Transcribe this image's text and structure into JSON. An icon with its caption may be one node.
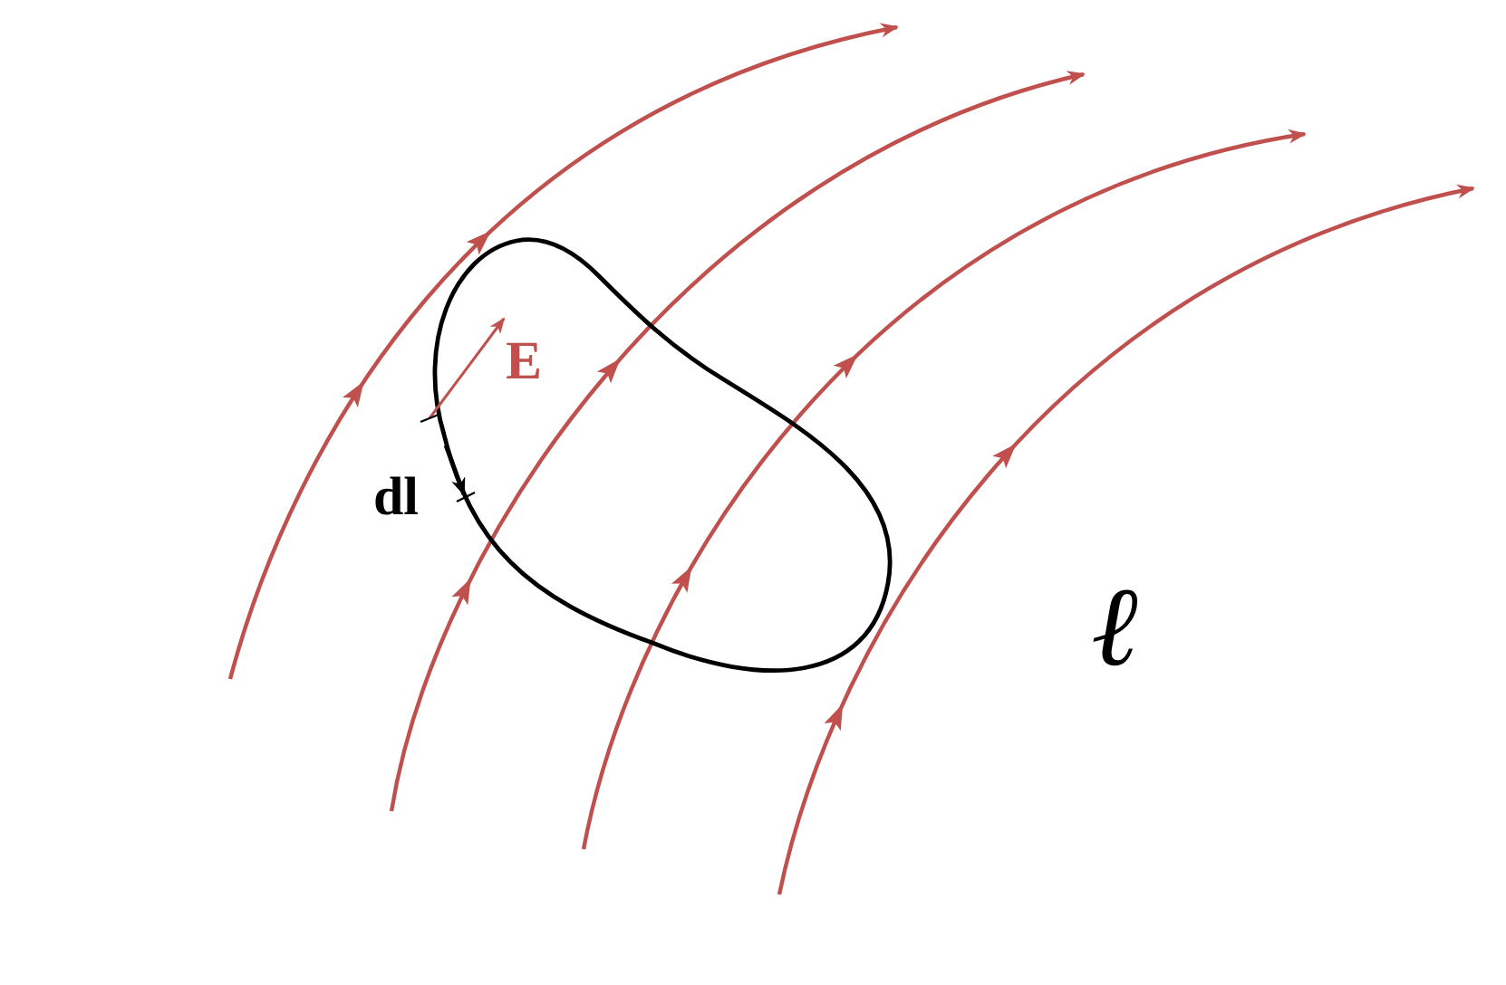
{
  "diagram": {
    "labels": [
      "E",
      "dl",
      "ℓ"
    ]
  }
}
